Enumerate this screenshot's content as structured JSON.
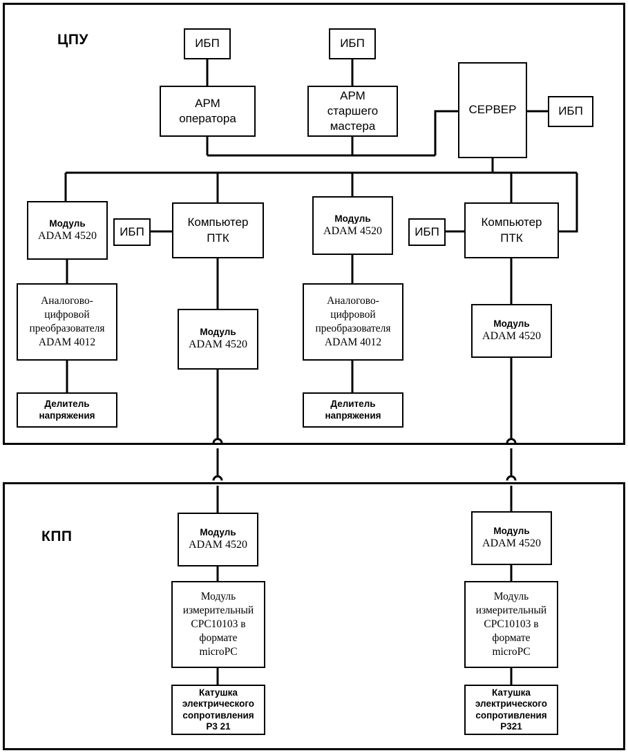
{
  "diagram": {
    "title": "Structural diagram of measurement and control system",
    "panels": [
      {
        "id": "cpu",
        "label": "ЦПУ"
      },
      {
        "id": "kpp",
        "label": "КПП"
      }
    ],
    "nodes": {
      "ups_arm_operator": {
        "lines": [
          "ИБП"
        ]
      },
      "ups_arm_master": {
        "lines": [
          "ИБП"
        ]
      },
      "ups_server": {
        "lines": [
          "ИБП"
        ]
      },
      "ups_ptk_left": {
        "lines": [
          "ИБП"
        ]
      },
      "ups_ptk_right": {
        "lines": [
          "ИБП"
        ]
      },
      "arm_operator": {
        "lines": [
          "АРМ",
          "оператора"
        ]
      },
      "arm_master": {
        "lines": [
          "АРМ",
          "старшего",
          "мастера"
        ]
      },
      "server": {
        "lines": [
          "СЕРВЕР"
        ]
      },
      "module_adam4520_l": {
        "sans": [
          "Модуль"
        ],
        "serif": [
          "ADAM 4520"
        ]
      },
      "module_adam4520_r": {
        "sans": [
          "Модуль"
        ],
        "serif": [
          "ADAM 4520"
        ]
      },
      "computer_ptk_l": {
        "lines": [
          "Компьютер",
          "ПТК"
        ]
      },
      "computer_ptk_r": {
        "lines": [
          "Компьютер",
          "ПТК"
        ]
      },
      "adc_4012_l": {
        "serifblk": [
          "Аналогово-",
          "цифровой",
          "преобразователя",
          "ADAM 4012"
        ]
      },
      "adc_4012_r": {
        "serifblk": [
          "Аналогово-",
          "цифровой",
          "преобразователя",
          "ADAM 4012"
        ]
      },
      "divider_l": {
        "lines": [
          "Делитель",
          "напряжения"
        ]
      },
      "divider_r": {
        "lines": [
          "Делитель",
          "напряжения"
        ]
      },
      "module_adam4520_bl": {
        "sans": [
          "Модуль"
        ],
        "serif": [
          "ADAM 4520"
        ]
      },
      "module_adam4520_br": {
        "sans": [
          "Модуль"
        ],
        "serif": [
          "ADAM 4520"
        ]
      },
      "kpp_module_adam_l": {
        "sans": [
          "Модуль"
        ],
        "serif": [
          "ADAM 4520"
        ]
      },
      "kpp_module_adam_r": {
        "sans": [
          "Модуль"
        ],
        "serif": [
          "ADAM 4520"
        ]
      },
      "cpc_module_l": {
        "serifblk": [
          "Модуль",
          "измерительный",
          "CPC10103 в",
          "формате",
          "microPC"
        ]
      },
      "cpc_module_r": {
        "serifblk": [
          "Модуль",
          "измерительный",
          "CPC10103 в",
          "формате",
          "microPC"
        ]
      },
      "coil_r321_l": {
        "lines": [
          "Катушка",
          "электрического",
          "сопротивления",
          "Р3 21"
        ]
      },
      "coil_r321_r": {
        "lines": [
          "Катушка",
          "электрического",
          "сопротивления",
          "Р321"
        ]
      }
    },
    "colors": {
      "line": "#000000",
      "background": "#ffffff"
    }
  }
}
